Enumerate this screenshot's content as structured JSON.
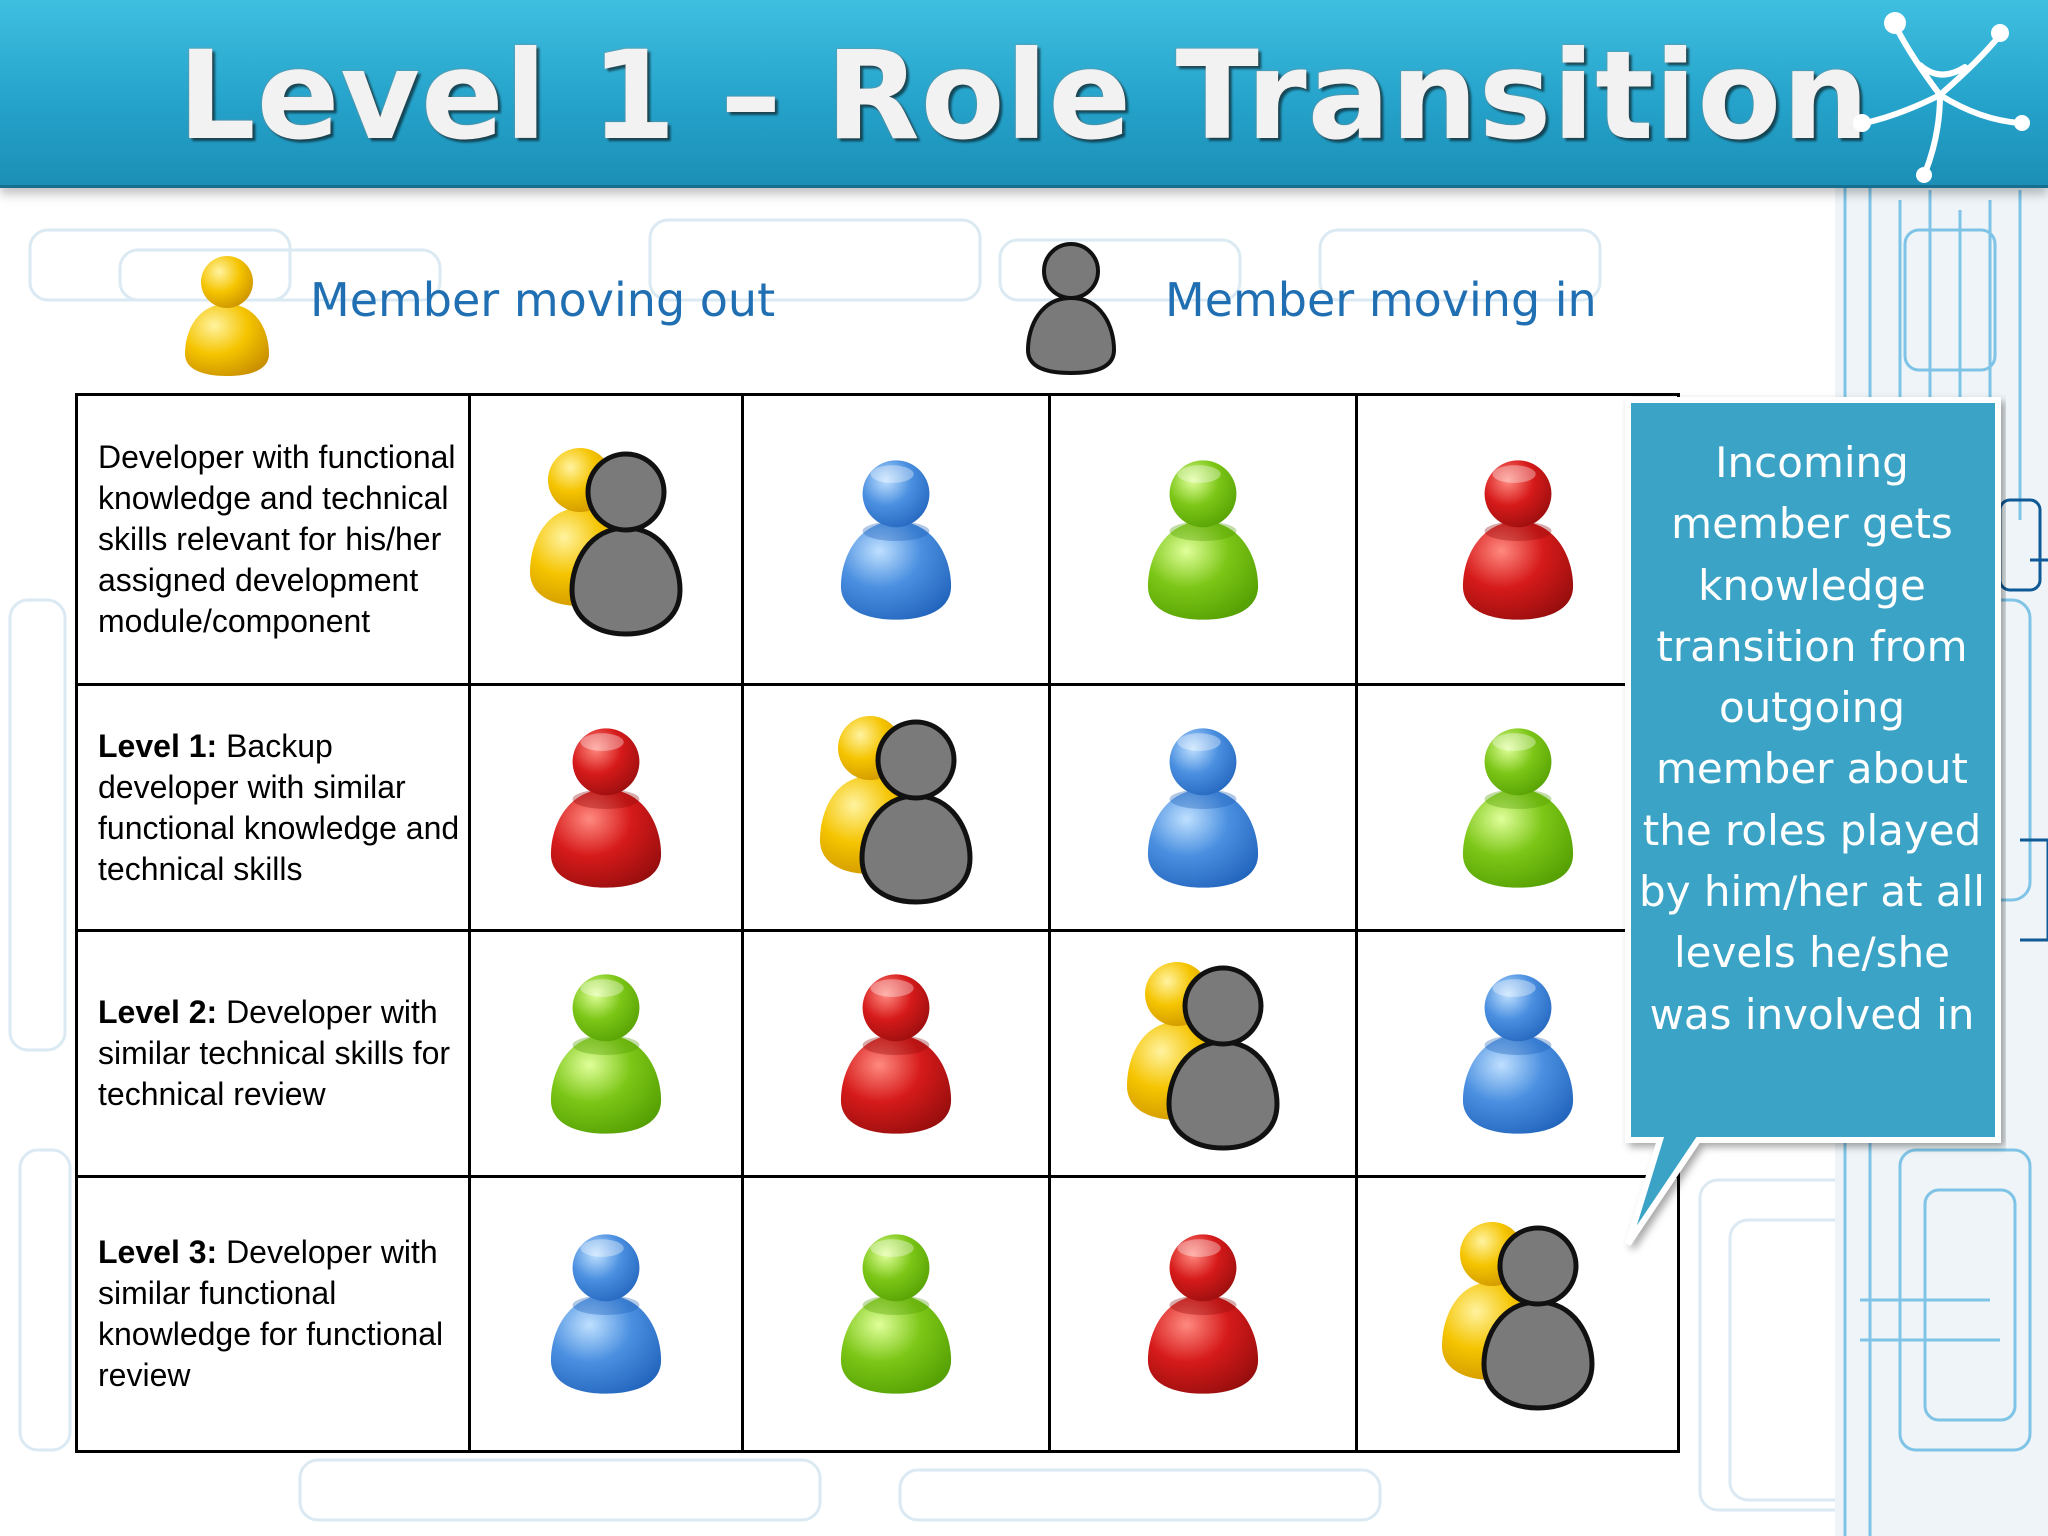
{
  "slide": {
    "title": "Level 1 – Role Transition",
    "logo_icon": "network-star-icon"
  },
  "legend": {
    "moving_out": {
      "label": "Member moving out",
      "color": "#f5c400"
    },
    "moving_in": {
      "label": "Member moving in",
      "color": "#7a7a7a"
    }
  },
  "colors": {
    "yellow": "#f5c400",
    "blue": "#4a8fe0",
    "green": "#7cc617",
    "red": "#d61a1a",
    "gray": "#7a7a7a",
    "accent": "#2aa7cf",
    "callout": "#3aa3c6"
  },
  "rows": [
    {
      "label_bold": "",
      "label_text": "Developer with functional knowledge and  technical skills relevant for his/her assigned development module/component",
      "cells": [
        "transition",
        "blue",
        "green",
        "red"
      ]
    },
    {
      "label_bold": "Level 1:",
      "label_text": " Backup developer with similar functional knowledge and technical skills",
      "cells": [
        "red",
        "transition",
        "blue",
        "green"
      ]
    },
    {
      "label_bold": "Level 2:",
      "label_text": " Developer with similar technical skills for technical review",
      "cells": [
        "green",
        "red",
        "transition",
        "blue"
      ]
    },
    {
      "label_bold": "Level 3:",
      "label_text": " Developer with similar functional knowledge for functional review",
      "cells": [
        "blue",
        "green",
        "red",
        "transition"
      ]
    }
  ],
  "callout": {
    "text": "Incoming member gets knowledge transition from outgoing member about the roles played by him/her at all levels he/she was involved in"
  }
}
